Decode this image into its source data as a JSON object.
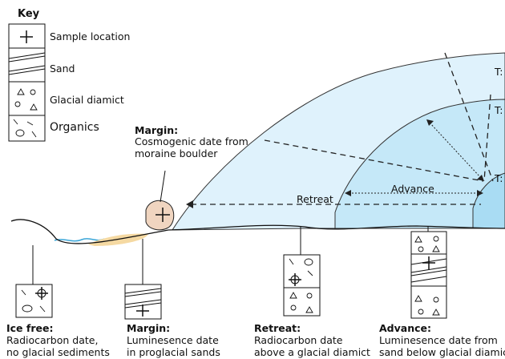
{
  "key": {
    "title": "Key",
    "items": [
      {
        "label": "Sample location",
        "icon": "cross-sample-icon"
      },
      {
        "label": "Sand",
        "icon": "sand-lines-icon"
      },
      {
        "label": "Glacial diamict",
        "icon": "diamict-shapes-icon"
      },
      {
        "label": "Organics",
        "icon": "organics-icon"
      }
    ]
  },
  "diagram": {
    "ice_labels": [
      "T:",
      "T:",
      "T:"
    ],
    "retreat_label": "Retreat",
    "advance_label": "Advance",
    "margin_boulder": {
      "title": "Margin:",
      "text": [
        "Cosmogenic date from",
        "moraine boulder"
      ]
    }
  },
  "columns": [
    {
      "title": "Ice free:",
      "text": [
        "Radiocarbon date,",
        "no glacial sediments"
      ]
    },
    {
      "title": "Margin:",
      "text": [
        "Luminesence date",
        "in proglacial sands"
      ]
    },
    {
      "title": "Retreat:",
      "text": [
        "Radiocarbon date",
        "above a glacial diamict"
      ]
    },
    {
      "title": "Advance:",
      "text": [
        "Luminesence date from",
        "sand below glacial diamict"
      ]
    }
  ],
  "colors": {
    "ice_outer": "#dff2fc",
    "ice_middle": "#c5e8f8",
    "ice_inner": "#a9dcf3",
    "sand_lens": "#f5d9a2",
    "water": "#3ba6d8",
    "boulder": "#f0d5c0"
  }
}
